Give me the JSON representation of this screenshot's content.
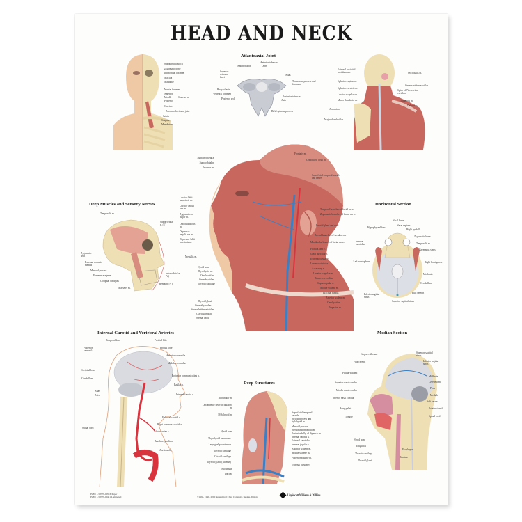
{
  "poster": {
    "title": "HEAD AND NECK",
    "footer": {
      "isbn_lines": [
        "ISBN 1-58779-005-X Paper",
        "ISBN 1-58779-004-1 Laminated"
      ],
      "copyright": "©1994, 1996, 2000 Anatomical Chart Company, Skokie, Illinois",
      "publisher": "Lippincott Williams & Wilkins"
    }
  },
  "sections": {
    "anterior": {
      "labels": [
        "Supraorbital notch",
        "Zygomatic bone",
        "Infraorbital foramen",
        "Maxilla",
        "Mandible",
        "Mental foramen",
        "Anterior",
        "Middle",
        "Posterior",
        "Scalene m.",
        "Clavicle",
        "Acromioclavicular joint",
        "1st rib",
        "Scapula",
        "Manubrium"
      ]
    },
    "atlantoaxial": {
      "title": "Atlantoaxial Joint",
      "labels": [
        "Anterior tubercle",
        "Anterior arch",
        "Dens",
        "Superior articular facet",
        "Atlas",
        "Transverse process and foramen",
        "Body of axis",
        "Vertebral foramen",
        "Posterior tubercle",
        "Posterior arch",
        "Axis",
        "Bifid spinous process"
      ]
    },
    "posterior": {
      "labels": [
        "External occipital protuberance",
        "Occipitalis m.",
        "Splenius capitus m.",
        "Sternocleidomastoid m.",
        "Splenius cervicis m.",
        "Spine of 7th cervical vertebra",
        "Levator scapulae m.",
        "Trapezius m.",
        "Minor rhomboid m.",
        "Deltoid m.",
        "Acromion",
        "Major rhomboid m."
      ]
    },
    "deep_muscles": {
      "title": "Deep Muscles and Sensory Nerves",
      "labels": [
        "Temporalis m.",
        "Supra-orbital n. (V)",
        "Zygomatic arch",
        "External acoustic meatus",
        "Mastoid process",
        "Foramen magnum",
        "Occipital condyles",
        "Infra-orbital n. (V)",
        "Masseter m.",
        "Mental n. (V)"
      ]
    },
    "main": {
      "left_labels": [
        "Supratrochlear a.",
        "Supraorbital n.",
        "Procerus m.",
        "Levator labii superioris m.",
        "Levator anguli oris m.",
        "Zygomaticus major m.",
        "Orbicularis oris m.",
        "Depressor anguli oris m.",
        "Depressor labii inferioris m.",
        "Mentalis m.",
        "Hyoid bone",
        "Thyrohyoid m.",
        "Omohyoid m.",
        "Sternohyoid m.",
        "Thyroid cartilage",
        "Thyroid gland",
        "Sternothyroid m.",
        "Sternocleidomastoid m.",
        "Clavicular head",
        "Sternal head"
      ],
      "right_labels": [
        "Frontalis m.",
        "Orbicularis oculi m.",
        "Superficial temporal vessels and nerve",
        "Temporal branches of facial nerve",
        "Zygomatic branches of facial nerve",
        "Parotid gland and duct",
        "Buccal branches of facial nerve",
        "Mandibular branch of facial nerve",
        "Facial a. and v.",
        "Great auricular n.",
        "External jugular v.",
        "Lesser occipital n.",
        "Accessory n.",
        "Levator scapulae m.",
        "Transverse colli a.",
        "Suprascapular a.",
        "Middle scalene m.",
        "Brachial plexus",
        "Anterior scalene m.",
        "Omohyoid m.",
        "Trapezius m."
      ]
    },
    "horizontal": {
      "title": "Horizontal Section",
      "labels": [
        "Nasal bone",
        "Nasal septum",
        "Hypophyseal fossa",
        "Right eyeball",
        "Zygomatic bone",
        "Internal carotid a.",
        "Temporalis m.",
        "Cavernous sinus",
        "Left hemisphere",
        "Right hemisphere",
        "Midbrain",
        "Cerebellum",
        "Falx cerebri",
        "Inferior sagittal sinus",
        "Superior sagittal sinus"
      ]
    },
    "carotid": {
      "title": "Internal Carotid and Vertebral Arteries",
      "labels": [
        "Temporal lobe",
        "Parietal lobe",
        "Posterior cerebral a.",
        "Frontal lobe",
        "Anterior cerebral a.",
        "Middle cerebral a.",
        "Occipital lobe",
        "Posterior communicating a.",
        "Cerebellum",
        "Basilar a.",
        "Atlas",
        "Axis",
        "Internal carotid a.",
        "External carotid a.",
        "Spinal cord",
        "Right common carotid a.",
        "Subclavian a.",
        "Brachiocephalic a.",
        "Aortic arch"
      ]
    },
    "deep_structures": {
      "title": "Deep Structures",
      "left_labels": [
        "Buccinator m.",
        "Left anterior belly of digastric m.",
        "Mylohyoid m.",
        "Hyoid bone",
        "Thyrohyoid membrane",
        "Laryngeal prominence",
        "Thyroid cartilage",
        "Cricoid cartilage",
        "Thyroid gland (isthmus)",
        "Esophagus",
        "Trachea"
      ],
      "right_labels": [
        "Superficial temporal vessels",
        "Styloid process and stylohyoid m.",
        "Mastoid process",
        "Sternocleidomastoid m.",
        "Posterior belly of digastric m.",
        "Internal carotid a.",
        "External carotid a.",
        "Internal jugular v.",
        "Anterior scalene m.",
        "Middle scalene m.",
        "Posterior scalene m.",
        "External jugular v."
      ]
    },
    "median": {
      "title": "Median Section",
      "left_labels": [
        "Corpus callosum",
        "Falx cerebri",
        "Pituitary gland",
        "Superior nasal concha",
        "Middle nasal concha",
        "Inferior nasal concha",
        "Bony palate",
        "Tongue",
        "Hyoid bone",
        "Epiglottis",
        "Thyroid cartilage",
        "Thyroid gland"
      ],
      "right_labels": [
        "Superior sagittal sinus",
        "Inferior sagittal sinus",
        "Midbrain",
        "Cerebellum",
        "Pons",
        "Medulla",
        "Soft palate",
        "Palatine tonsil",
        "Spinal cord",
        "Esophagus",
        "Trachea"
      ]
    }
  },
  "colors": {
    "muscle": "#c8675e",
    "muscle_light": "#e3a294",
    "bone": "#efdfb4",
    "skin": "#efc9a6",
    "artery": "#d9333e",
    "vein": "#3b7fc4",
    "brain": "#d9dbe0"
  }
}
